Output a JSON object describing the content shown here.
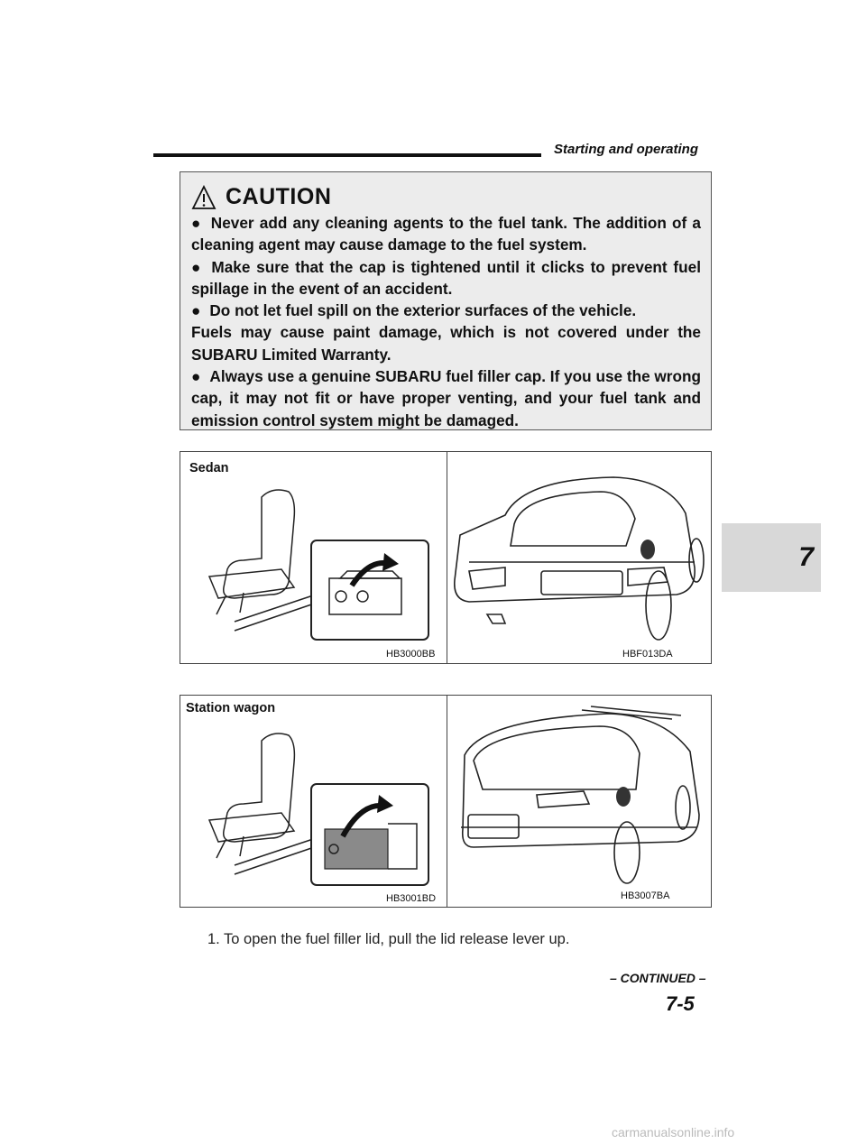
{
  "header": {
    "section_title": "Starting and operating"
  },
  "chapter_tab": {
    "number": "7"
  },
  "caution": {
    "title": "CAUTION",
    "items": [
      "Never add any cleaning agents to the fuel tank. The addition of a cleaning agent may cause damage to the fuel system.",
      "Make sure that the cap is tightened until it clicks to prevent fuel spillage in the event of an accident.",
      "Do not let fuel spill on the exterior surfaces of the vehicle.",
      "Always use a genuine SUBARU fuel filler cap. If you use the wrong cap, it may not fit or have proper venting, and your fuel tank and emission control system might be damaged."
    ],
    "note": "Fuels may cause paint damage, which is not covered under the SUBARU Limited Warranty."
  },
  "figures": {
    "sedan": {
      "label": "Sedan",
      "left_code": "HB3000BB",
      "right_code": "HBF013DA"
    },
    "wagon": {
      "label": "Station wagon",
      "left_code": "HB3001BD",
      "right_code": "HB3007BA"
    }
  },
  "body": {
    "step_1": "1.  To open the fuel filler lid, pull the lid release lever up."
  },
  "footer": {
    "continued": "– CONTINUED –",
    "page_number": "7-5",
    "watermark": "carmanualsonline.info"
  }
}
